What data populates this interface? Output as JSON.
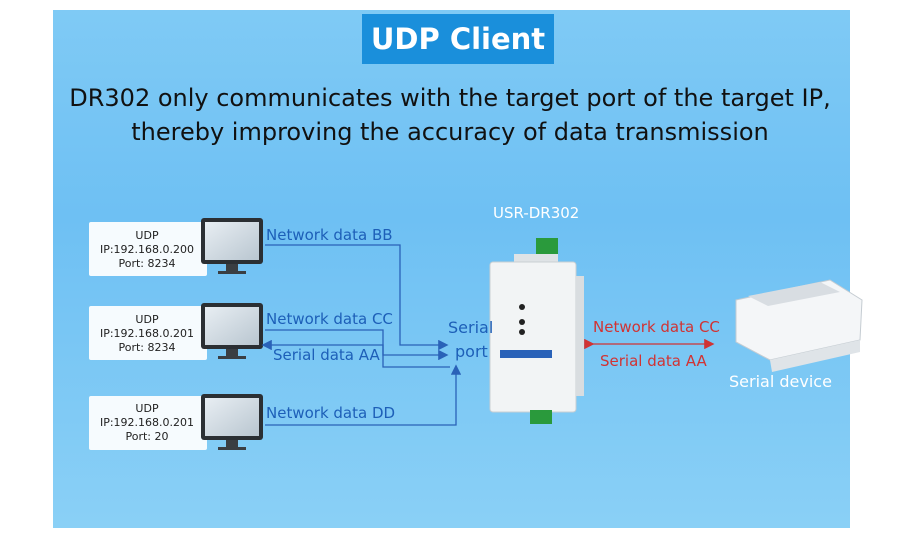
{
  "header": {
    "title": "UDP Client",
    "line1": "DR302 only communicates with the target port of the target IP,",
    "line2": "thereby improving the accuracy of data transmission"
  },
  "device": {
    "name": "USR-DR302",
    "serial_port_label_1": "Serial",
    "serial_port_label_2": "port"
  },
  "clients": [
    {
      "protocol": "UDP",
      "ip": "IP:192.168.0.200",
      "port": "Port:  8234",
      "flow": "Network data BB"
    },
    {
      "protocol": "UDP",
      "ip": "IP:192.168.0.201",
      "port": "Port:  8234",
      "flow": "Network data CC",
      "reply": "Serial data AA"
    },
    {
      "protocol": "UDP",
      "ip": "IP:192.168.0.201",
      "port": "Port:  20",
      "flow": "Network data DD"
    }
  ],
  "serial_link": {
    "outgoing": "Network data CC",
    "incoming": "Serial data AA",
    "device_label": "Serial device"
  },
  "colors": {
    "accent": "#1a8fdb",
    "arrow_blue": "#2a62b8",
    "arrow_red": "#d13333"
  }
}
